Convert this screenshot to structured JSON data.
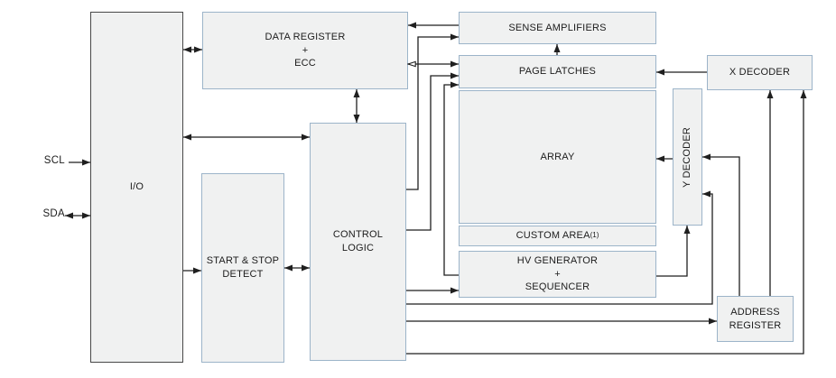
{
  "theme": {
    "background": "#ffffff",
    "box_fill": "#f0f1f1",
    "box_border": "#9cb4c9",
    "io_border": "#484848",
    "wire_color": "#1f1f1f",
    "text_color": "#1c1c1c"
  },
  "signals": {
    "scl": "SCL",
    "sda": "SDA"
  },
  "blocks": {
    "io": {
      "label": "I/O"
    },
    "data_register": {
      "line1": "DATA REGISTER",
      "line2": "+",
      "line3": "ECC"
    },
    "sense_amplifiers": {
      "label": "SENSE AMPLIFIERS"
    },
    "page_latches": {
      "label": "PAGE LATCHES"
    },
    "array": {
      "label": "ARRAY"
    },
    "custom_area": {
      "label": "CUSTOM AREA",
      "footnote": "(1)"
    },
    "hv_generator": {
      "line1": "HV GENERATOR",
      "line2": "+",
      "line3": "SEQUENCER"
    },
    "x_decoder": {
      "label": "X DECODER"
    },
    "y_decoder": {
      "label": "Y DECODER"
    },
    "address_register": {
      "line1": "ADDRESS",
      "line2": "REGISTER"
    },
    "start_stop_detect": {
      "line1": "START & STOP",
      "line2": "DETECT"
    },
    "control_logic": {
      "line1": "CONTROL",
      "line2": "LOGIC"
    }
  }
}
